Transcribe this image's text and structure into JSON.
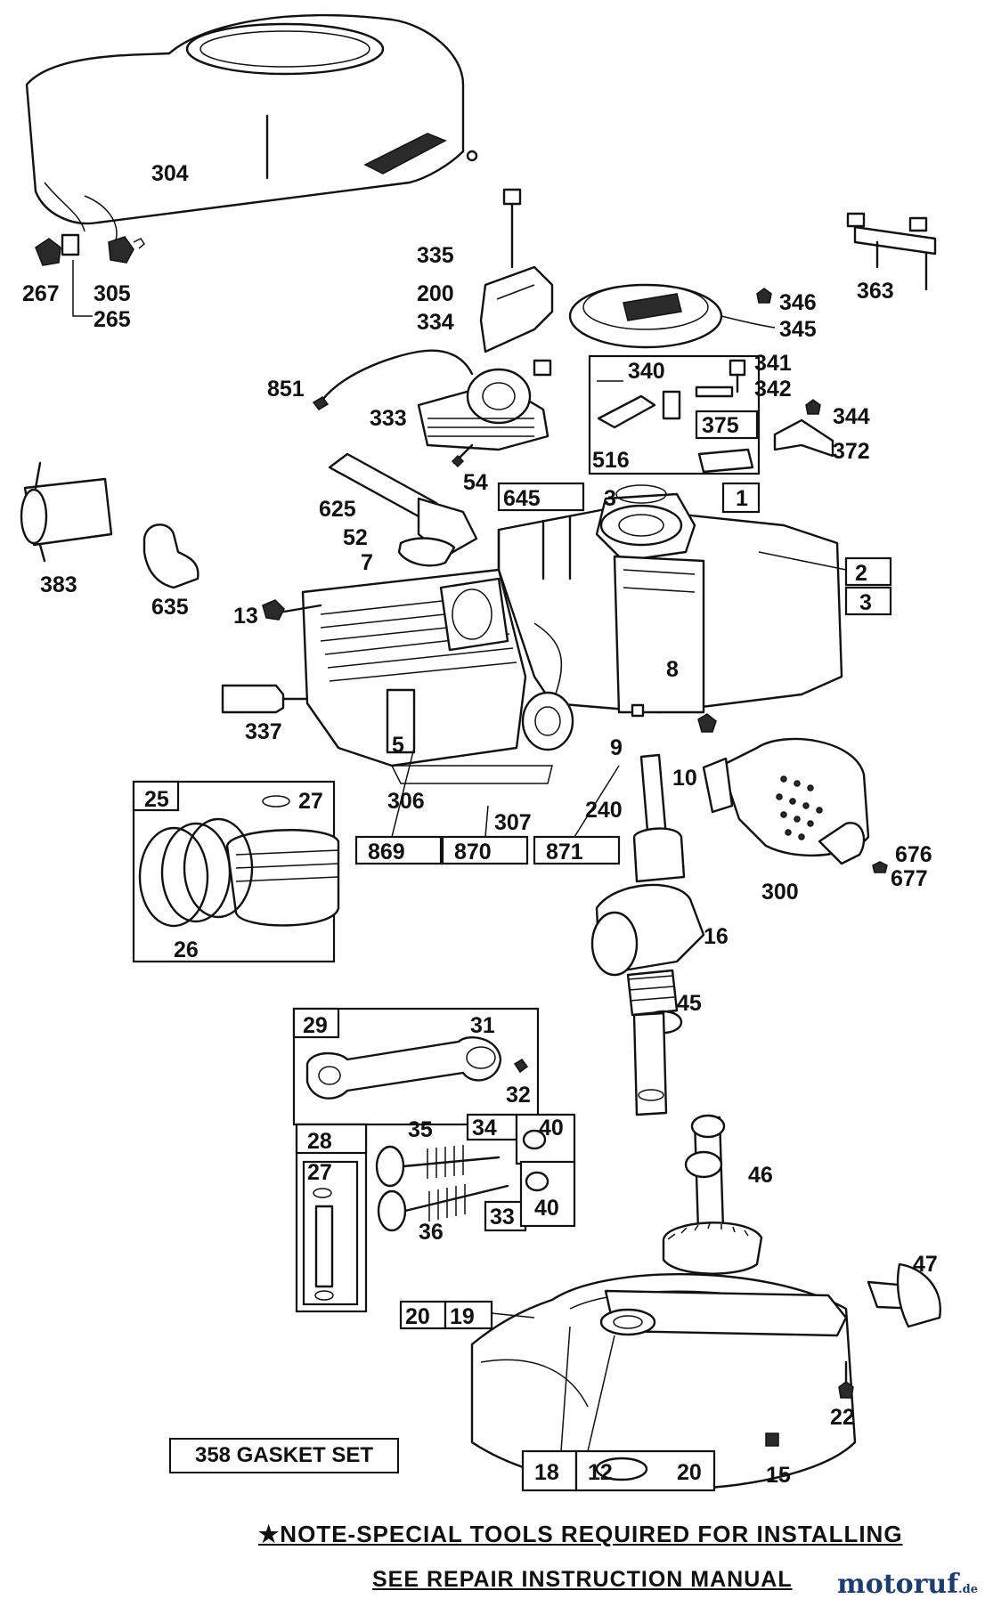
{
  "labels": {
    "p304": "304",
    "p267": "267",
    "p305": "305",
    "p265": "265",
    "p335": "335",
    "p200": "200",
    "p334": "334",
    "p851": "851",
    "p333": "333",
    "p346": "346",
    "p345": "345",
    "p363": "363",
    "p340": "340",
    "p341": "341",
    "p342": "342",
    "p375": "375",
    "p344": "344",
    "p372": "372",
    "p516": "516",
    "p54": "54",
    "p645": "645",
    "p3a": "3",
    "p1": "1",
    "p625": "625",
    "p52": "52",
    "p7": "7",
    "p2": "2",
    "p3b": "3",
    "p383": "383",
    "p635": "635",
    "p13": "13",
    "p8": "8",
    "p337": "337",
    "p5": "5",
    "p9": "9",
    "p10": "10",
    "p306": "306",
    "p25": "25",
    "p27a": "27",
    "p26": "26",
    "p307": "307",
    "p240": "240",
    "p869": "869",
    "p870": "870",
    "p871": "871",
    "p676": "676",
    "p677": "677",
    "p300": "300",
    "p16": "16",
    "p45": "45",
    "p29": "29",
    "p31": "31",
    "p32": "32",
    "p28": "28",
    "p27b": "27",
    "p35": "35",
    "p34": "34",
    "p40a": "40",
    "p36": "36",
    "p33": "33",
    "p40b": "40",
    "p46": "46",
    "p47": "47",
    "p20a": "20",
    "p19": "19",
    "p22": "22",
    "p18": "18",
    "p12": "12",
    "p20b": "20",
    "p15": "15"
  },
  "gasket_set": "358 GASKET SET",
  "note_line1": "★NOTE-SPECIAL TOOLS REQUIRED  FOR INSTALLING",
  "note_line2": "SEE REPAIR INSTRUCTION MANUAL",
  "watermark": {
    "brand": "motoruf",
    "suffix": ".de"
  }
}
